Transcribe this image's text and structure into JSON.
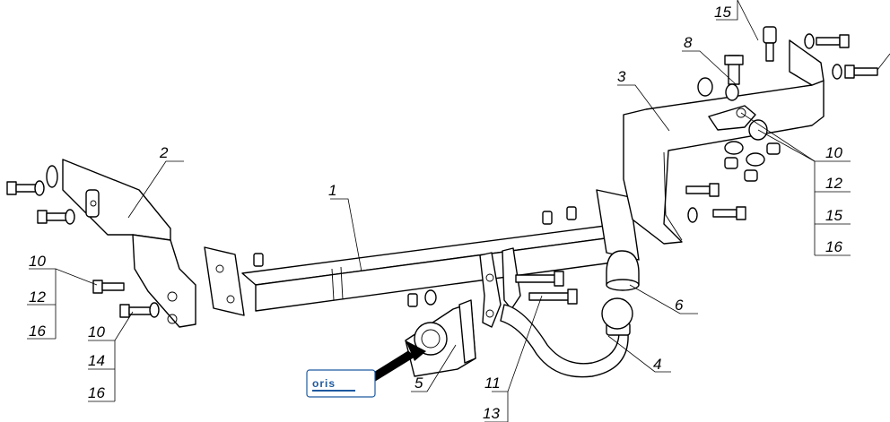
{
  "callouts": {
    "c1": "1",
    "c2": "2",
    "c3": "3",
    "c4": "4",
    "c5": "5",
    "c6": "6",
    "c8": "8",
    "c11": "11",
    "c13": "13",
    "c15_top": "15",
    "left_group_a": [
      "10",
      "12",
      "16"
    ],
    "left_group_b": [
      "10",
      "14",
      "16"
    ],
    "right_group": [
      "10",
      "12",
      "15",
      "16"
    ]
  },
  "logo": {
    "text": "oris",
    "color": "#1e5aa0"
  }
}
